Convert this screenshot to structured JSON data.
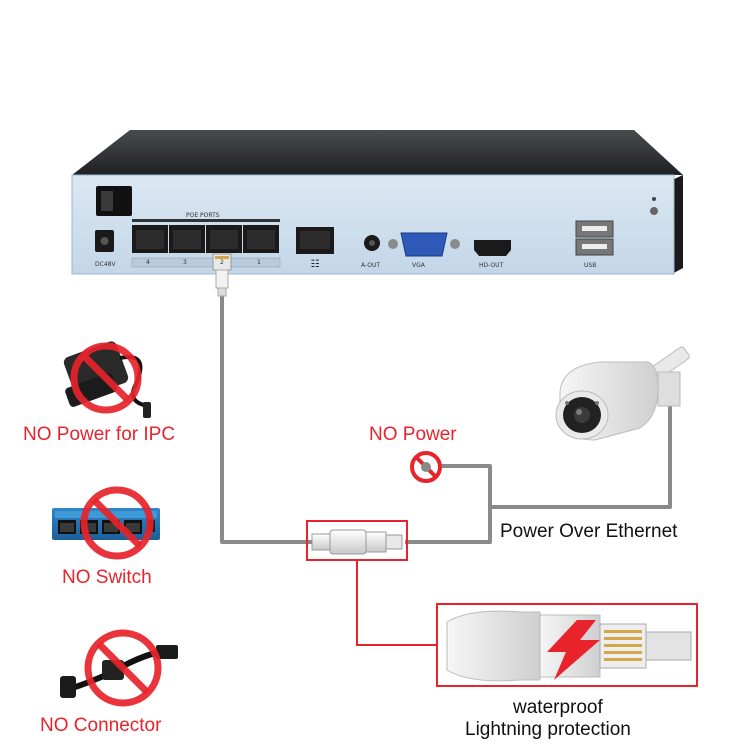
{
  "nvr": {
    "poe_ports_label": "POE PORTS",
    "port_numbers": [
      "4",
      "3",
      "2",
      "1"
    ],
    "power_label": "DC48V",
    "lan_label": "LAN",
    "audio_label": "A-OUT",
    "vga_label": "VGA",
    "hdmi_label": "HD-OUT",
    "usb_label": "USB"
  },
  "labels": {
    "no_power_ipc": "NO Power for IPC",
    "no_switch": "NO Switch",
    "no_connector": "NO Connector",
    "no_power": "NO Power",
    "poe": "Power Over Ethernet",
    "waterproof": "waterproof",
    "lightning": "Lightning protection"
  },
  "icons": {
    "prohibited": "prohibited-sign-icon",
    "adapter": "power-adapter-icon",
    "switch": "network-switch-icon",
    "connector": "poe-splitter-connector-icon",
    "camera": "bullet-camera-icon",
    "lightning": "lightning-bolt-icon"
  },
  "colors": {
    "accent_red": "#e8232b",
    "cable_gray": "#8a8a8a",
    "nvr_panel": "#cfe0ef",
    "nvr_body": "#2b2b2d"
  }
}
